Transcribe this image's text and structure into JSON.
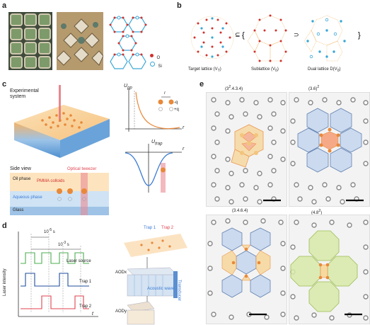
{
  "panel_labels": {
    "a": "a",
    "b": "b",
    "c": "c",
    "d": "d",
    "e": "e"
  },
  "panel_a": {
    "legend": {
      "o": "O",
      "si": "Si"
    }
  },
  "panel_b": {
    "target": "Target lattice (V",
    "target_sub": "T",
    "sub": "Sublattice (V",
    "sub_sub": "0",
    "dual": "Dual lattice D(V",
    "dual_sub": "0",
    "dual_end": ")",
    "subset_symbol": "⊆",
    "supset_symbol": "⊃",
    "brace_open": "{",
    "brace_close": "}",
    "paren_close": ")"
  },
  "panel_c": {
    "experimental_system": [
      "Experimental",
      "system"
    ],
    "side_view": "Side view",
    "optical_tweezer": "Optical tweezer",
    "oil_phase": "Oil phase",
    "pmma": "PMMA colloids",
    "aqueous_phase": "Aqueous phase",
    "glass": "Glass",
    "upp_label": "U",
    "upp_sub": "pp",
    "r_label": "r",
    "minus_q": "-q",
    "plus_q": "+q",
    "utrap_label": "U",
    "utrap_sub": "trap",
    "r_axis": "r",
    "r_axis2": "r"
  },
  "panel_d": {
    "t1": "10",
    "t1_exp": "-5",
    "t1_unit": " s",
    "t2": "10",
    "t2_exp": "-3",
    "t2_unit": " s",
    "laser_source": "Laser source",
    "trap1": "Trap 1",
    "trap2": "Trap 2",
    "ylabel": "Laser intensity",
    "t_axis": "t",
    "trap1_legend": "Trap 1",
    "trap2_legend": "Trap 2",
    "aodx": "AODx",
    "aody": "AODy",
    "acoustic": "Acoustic wave",
    "transducer": "Transducer"
  },
  "panel_e": {
    "tl": "(3",
    "tl_sup": "2",
    "tl_rest": ".4.3.4)",
    "tr": "(3.6)",
    "tr_sup": "2",
    "bl": "(3.4.6.4)",
    "br": "(4.8",
    "br_sup": "2",
    "br_end": ")"
  },
  "colors": {
    "oxygen": "#d0312d",
    "silicon": "#3aa7d6",
    "accent_orange": "#e8893a",
    "trap_blue": "#3a7bd5",
    "trap_red": "#e0434f",
    "laser_green": "#4caf50"
  }
}
